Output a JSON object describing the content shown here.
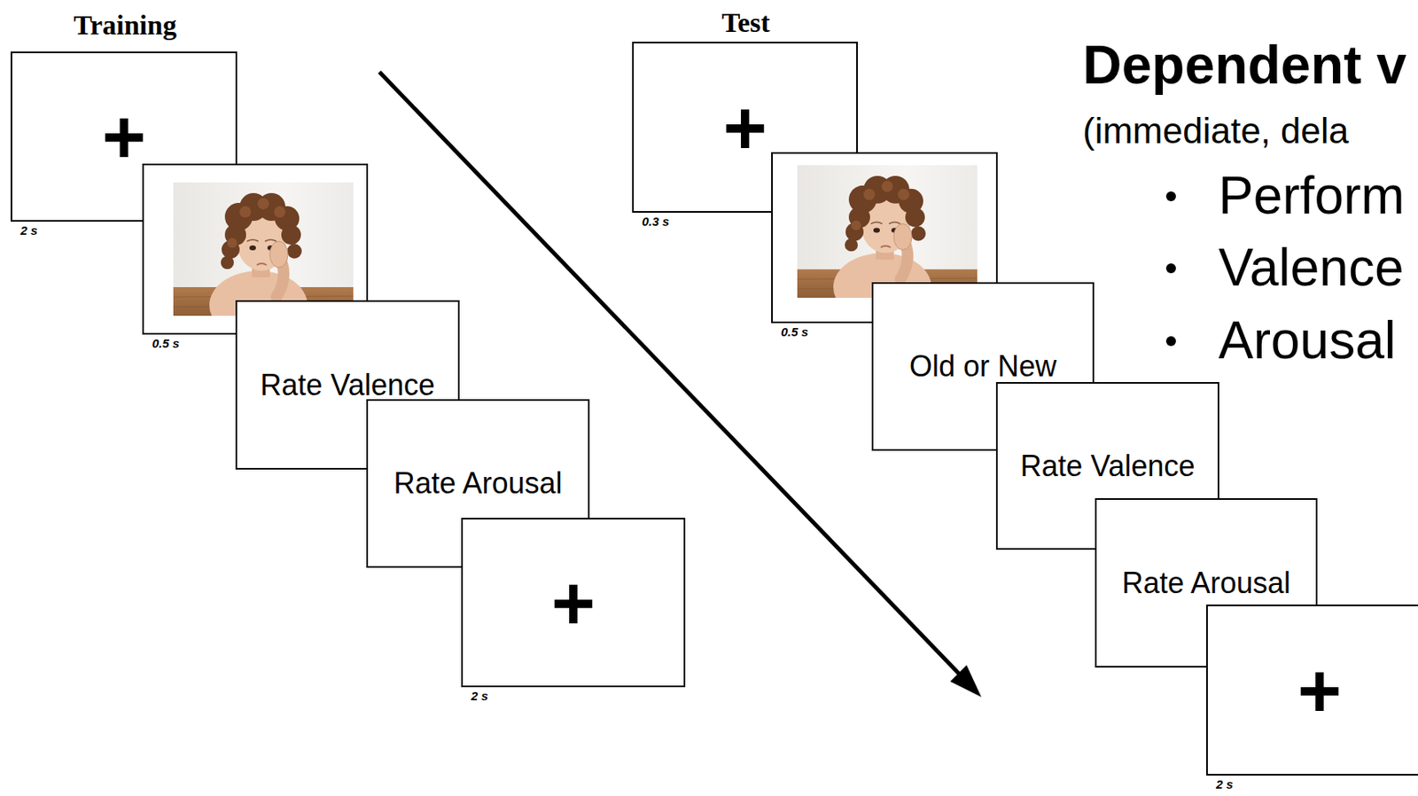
{
  "diagram": {
    "nodes": [
      {
        "text": [
          "+",
          "2 s"
        ]
      },
      {
        "text": [
          "0.5 s"
        ]
      },
      {
        "text": [
          "Rate Valence"
        ]
      },
      {
        "text": [
          "Rate Arousal"
        ]
      },
      {
        "text": [
          "+",
          "2 s"
        ]
      },
      {
        "text": [
          "+",
          "0.3 s"
        ]
      },
      {
        "text": [
          "0.5 s"
        ]
      },
      {
        "text": [
          "Old or New"
        ]
      },
      {
        "text": [
          "Rate Valence"
        ]
      },
      {
        "text": [
          "Rate Arousal"
        ]
      },
      {
        "text": [
          "+",
          "2 s"
        ]
      }
    ],
    "labels": [
      "Training",
      "Test",
      "Dependent v",
      "(immediate, dela",
      "Perform",
      "Valence",
      "Arousal"
    ]
  }
}
